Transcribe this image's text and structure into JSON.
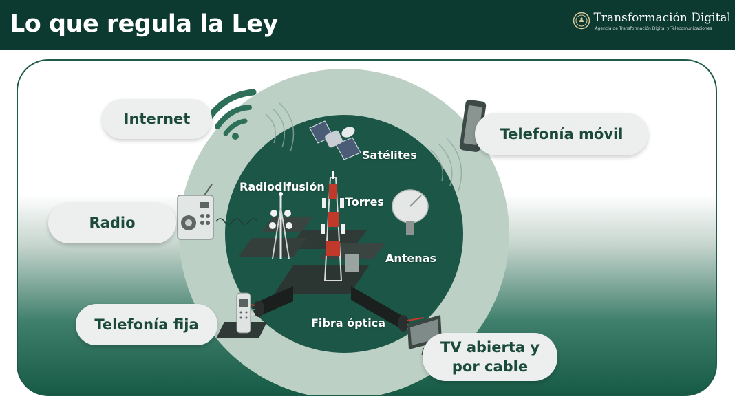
{
  "header": {
    "title": "Lo que regula la Ley",
    "brand_name": "Transformación Digital",
    "brand_subtitle": "Agencia de Transformación Digital y Telecomunicaciones"
  },
  "outer_items": {
    "internet": "Internet",
    "telefonia_movil": "Telefonía móvil",
    "radio": "Radio",
    "telefonia_fija": "Telefonía fija",
    "tv_line1": "TV abierta y",
    "tv_line2": "por cable"
  },
  "inner_items": {
    "satelites": "Satélites",
    "radiodifusion": "Radiodifusión",
    "torres": "Torres",
    "antenas": "Antenas",
    "fibra_optica": "Fibra óptica"
  },
  "colors": {
    "header_bg": "#0c3a31",
    "ring": "#bcd0c6",
    "inner_circle": "#1b5646",
    "pill_bg": "#ecefed",
    "pill_text": "#1b4a3c",
    "accent_red": "#c0392b"
  },
  "icons": [
    "wifi-icon",
    "smartphone-icon",
    "radio-icon",
    "cordless-phone-icon",
    "tv-icon",
    "satellite-icon",
    "broadcast-tower-icon",
    "cell-tower-icon",
    "satellite-dish-icon",
    "fiber-optic-cable-icon",
    "government-seal-icon"
  ]
}
